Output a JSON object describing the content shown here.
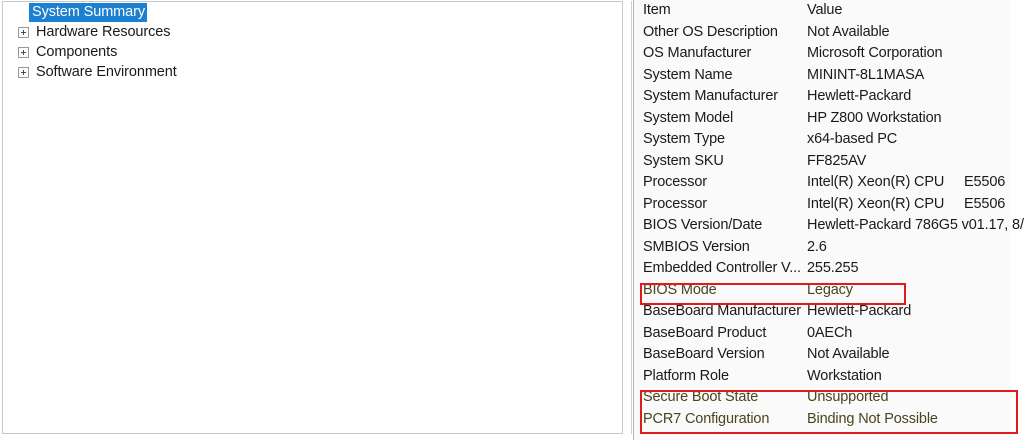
{
  "tree": {
    "items": [
      {
        "label": "System Summary",
        "expandable": false,
        "selected": true
      },
      {
        "label": "Hardware Resources",
        "expandable": true,
        "selected": false
      },
      {
        "label": "Components",
        "expandable": true,
        "selected": false
      },
      {
        "label": "Software Environment",
        "expandable": true,
        "selected": false
      }
    ]
  },
  "detail": {
    "columns": {
      "item": "Item",
      "value": "Value"
    },
    "rows": [
      {
        "item": "Item",
        "value": "Value",
        "extra": "",
        "highlight": false
      },
      {
        "item": "Other OS Description",
        "value": "Not Available",
        "extra": "",
        "highlight": false
      },
      {
        "item": "OS Manufacturer",
        "value": "Microsoft Corporation",
        "extra": "",
        "highlight": false
      },
      {
        "item": "System Name",
        "value": "MININT-8L1MASA",
        "extra": "",
        "highlight": false
      },
      {
        "item": "System Manufacturer",
        "value": "Hewlett-Packard",
        "extra": "",
        "highlight": false
      },
      {
        "item": "System Model",
        "value": "HP Z800 Workstation",
        "extra": "",
        "highlight": false
      },
      {
        "item": "System Type",
        "value": "x64-based PC",
        "extra": "",
        "highlight": false
      },
      {
        "item": "System SKU",
        "value": "FF825AV",
        "extra": "",
        "highlight": false
      },
      {
        "item": "Processor",
        "value": "Intel(R) Xeon(R) CPU",
        "extra": "E5506",
        "highlight": false
      },
      {
        "item": "Processor",
        "value": "Intel(R) Xeon(R) CPU",
        "extra": "E5506",
        "highlight": false
      },
      {
        "item": "BIOS Version/Date",
        "value": "Hewlett-Packard 786G5 v01.17, 8/",
        "extra": "",
        "highlight": false
      },
      {
        "item": "SMBIOS Version",
        "value": "2.6",
        "extra": "",
        "highlight": false
      },
      {
        "item": "Embedded Controller V...",
        "value": "255.255",
        "extra": "",
        "highlight": false
      },
      {
        "item": "BIOS Mode",
        "value": "Legacy",
        "extra": "",
        "highlight": true
      },
      {
        "item": "BaseBoard Manufacturer",
        "value": "Hewlett-Packard",
        "extra": "",
        "highlight": false
      },
      {
        "item": "BaseBoard Product",
        "value": "0AECh",
        "extra": "",
        "highlight": false
      },
      {
        "item": "BaseBoard Version",
        "value": "Not Available",
        "extra": "",
        "highlight": false
      },
      {
        "item": "Platform Role",
        "value": "Workstation",
        "extra": "",
        "highlight": false
      },
      {
        "item": "Secure Boot State",
        "value": "Unsupported",
        "extra": "",
        "highlight": true
      },
      {
        "item": "PCR7 Configuration",
        "value": "Binding Not Possible",
        "extra": "",
        "highlight": true
      }
    ]
  },
  "annotations": {
    "color": "#e01b1b",
    "boxes": [
      {
        "name": "bios-mode-highlight",
        "target": "BIOS Mode"
      },
      {
        "name": "secure-boot-highlight",
        "target": "Secure Boot State / PCR7 Configuration"
      }
    ]
  },
  "colors": {
    "selection": "#1d7fd0",
    "selection_text": "#ffffff",
    "annotation_red": "#e01b1b",
    "pane_background": "#fafafa",
    "tree_background": "#ffffff",
    "border": "#c8c8c8"
  }
}
